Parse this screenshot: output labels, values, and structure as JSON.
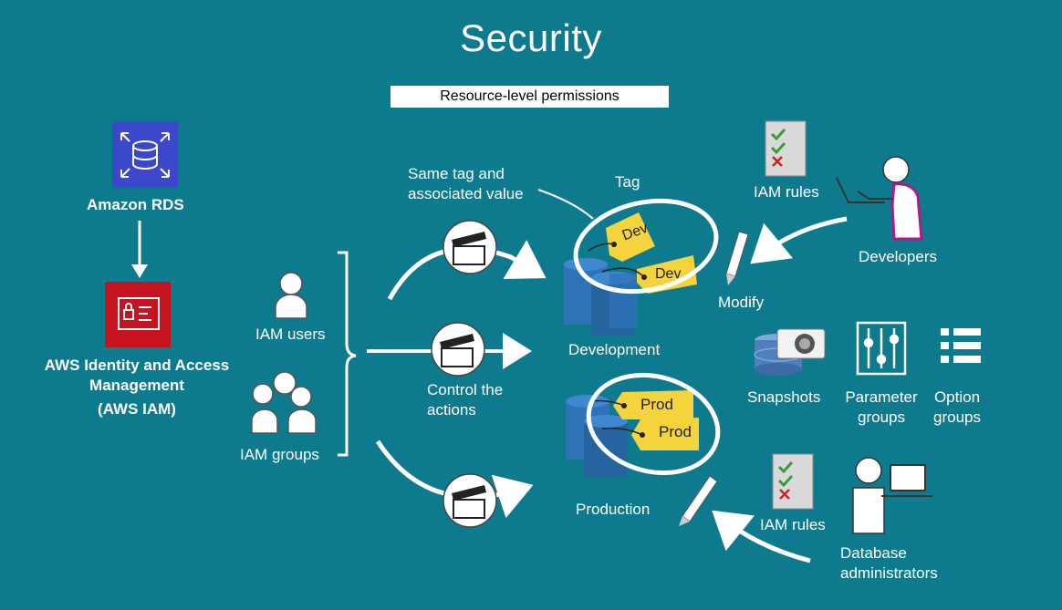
{
  "title": "Security",
  "banner": "Resource-level permissions",
  "rds_label": "Amazon RDS",
  "iam_service": {
    "line1": "AWS Identity and Access",
    "line2": "Management",
    "line3": "(AWS IAM)"
  },
  "iam_users": "IAM users",
  "iam_groups": "IAM groups",
  "control_line1": "Control the",
  "control_line2": "actions",
  "same_tag_line1": "Same tag and",
  "same_tag_line2": "associated value",
  "tag_label": "Tag",
  "dev_tag": "Dev",
  "prod_tag": "Prod",
  "development": "Development",
  "production": "Production",
  "modify": "Modify",
  "iam_rules": "IAM rules",
  "developers": "Developers",
  "db_admins_line1": "Database",
  "db_admins_line2": "administrators",
  "snapshots": "Snapshots",
  "parameter_groups_line1": "Parameter",
  "parameter_groups_line2": "groups",
  "option_groups_line1": "Option",
  "option_groups_line2": "groups",
  "colors": {
    "background": "#0e7a8d",
    "rds_icon": "#3b48cc",
    "iam_icon": "#c7131f",
    "tag_yellow": "#f5d33d",
    "db_blue": "#2e73b8",
    "developer_accent": "#b0198a"
  }
}
